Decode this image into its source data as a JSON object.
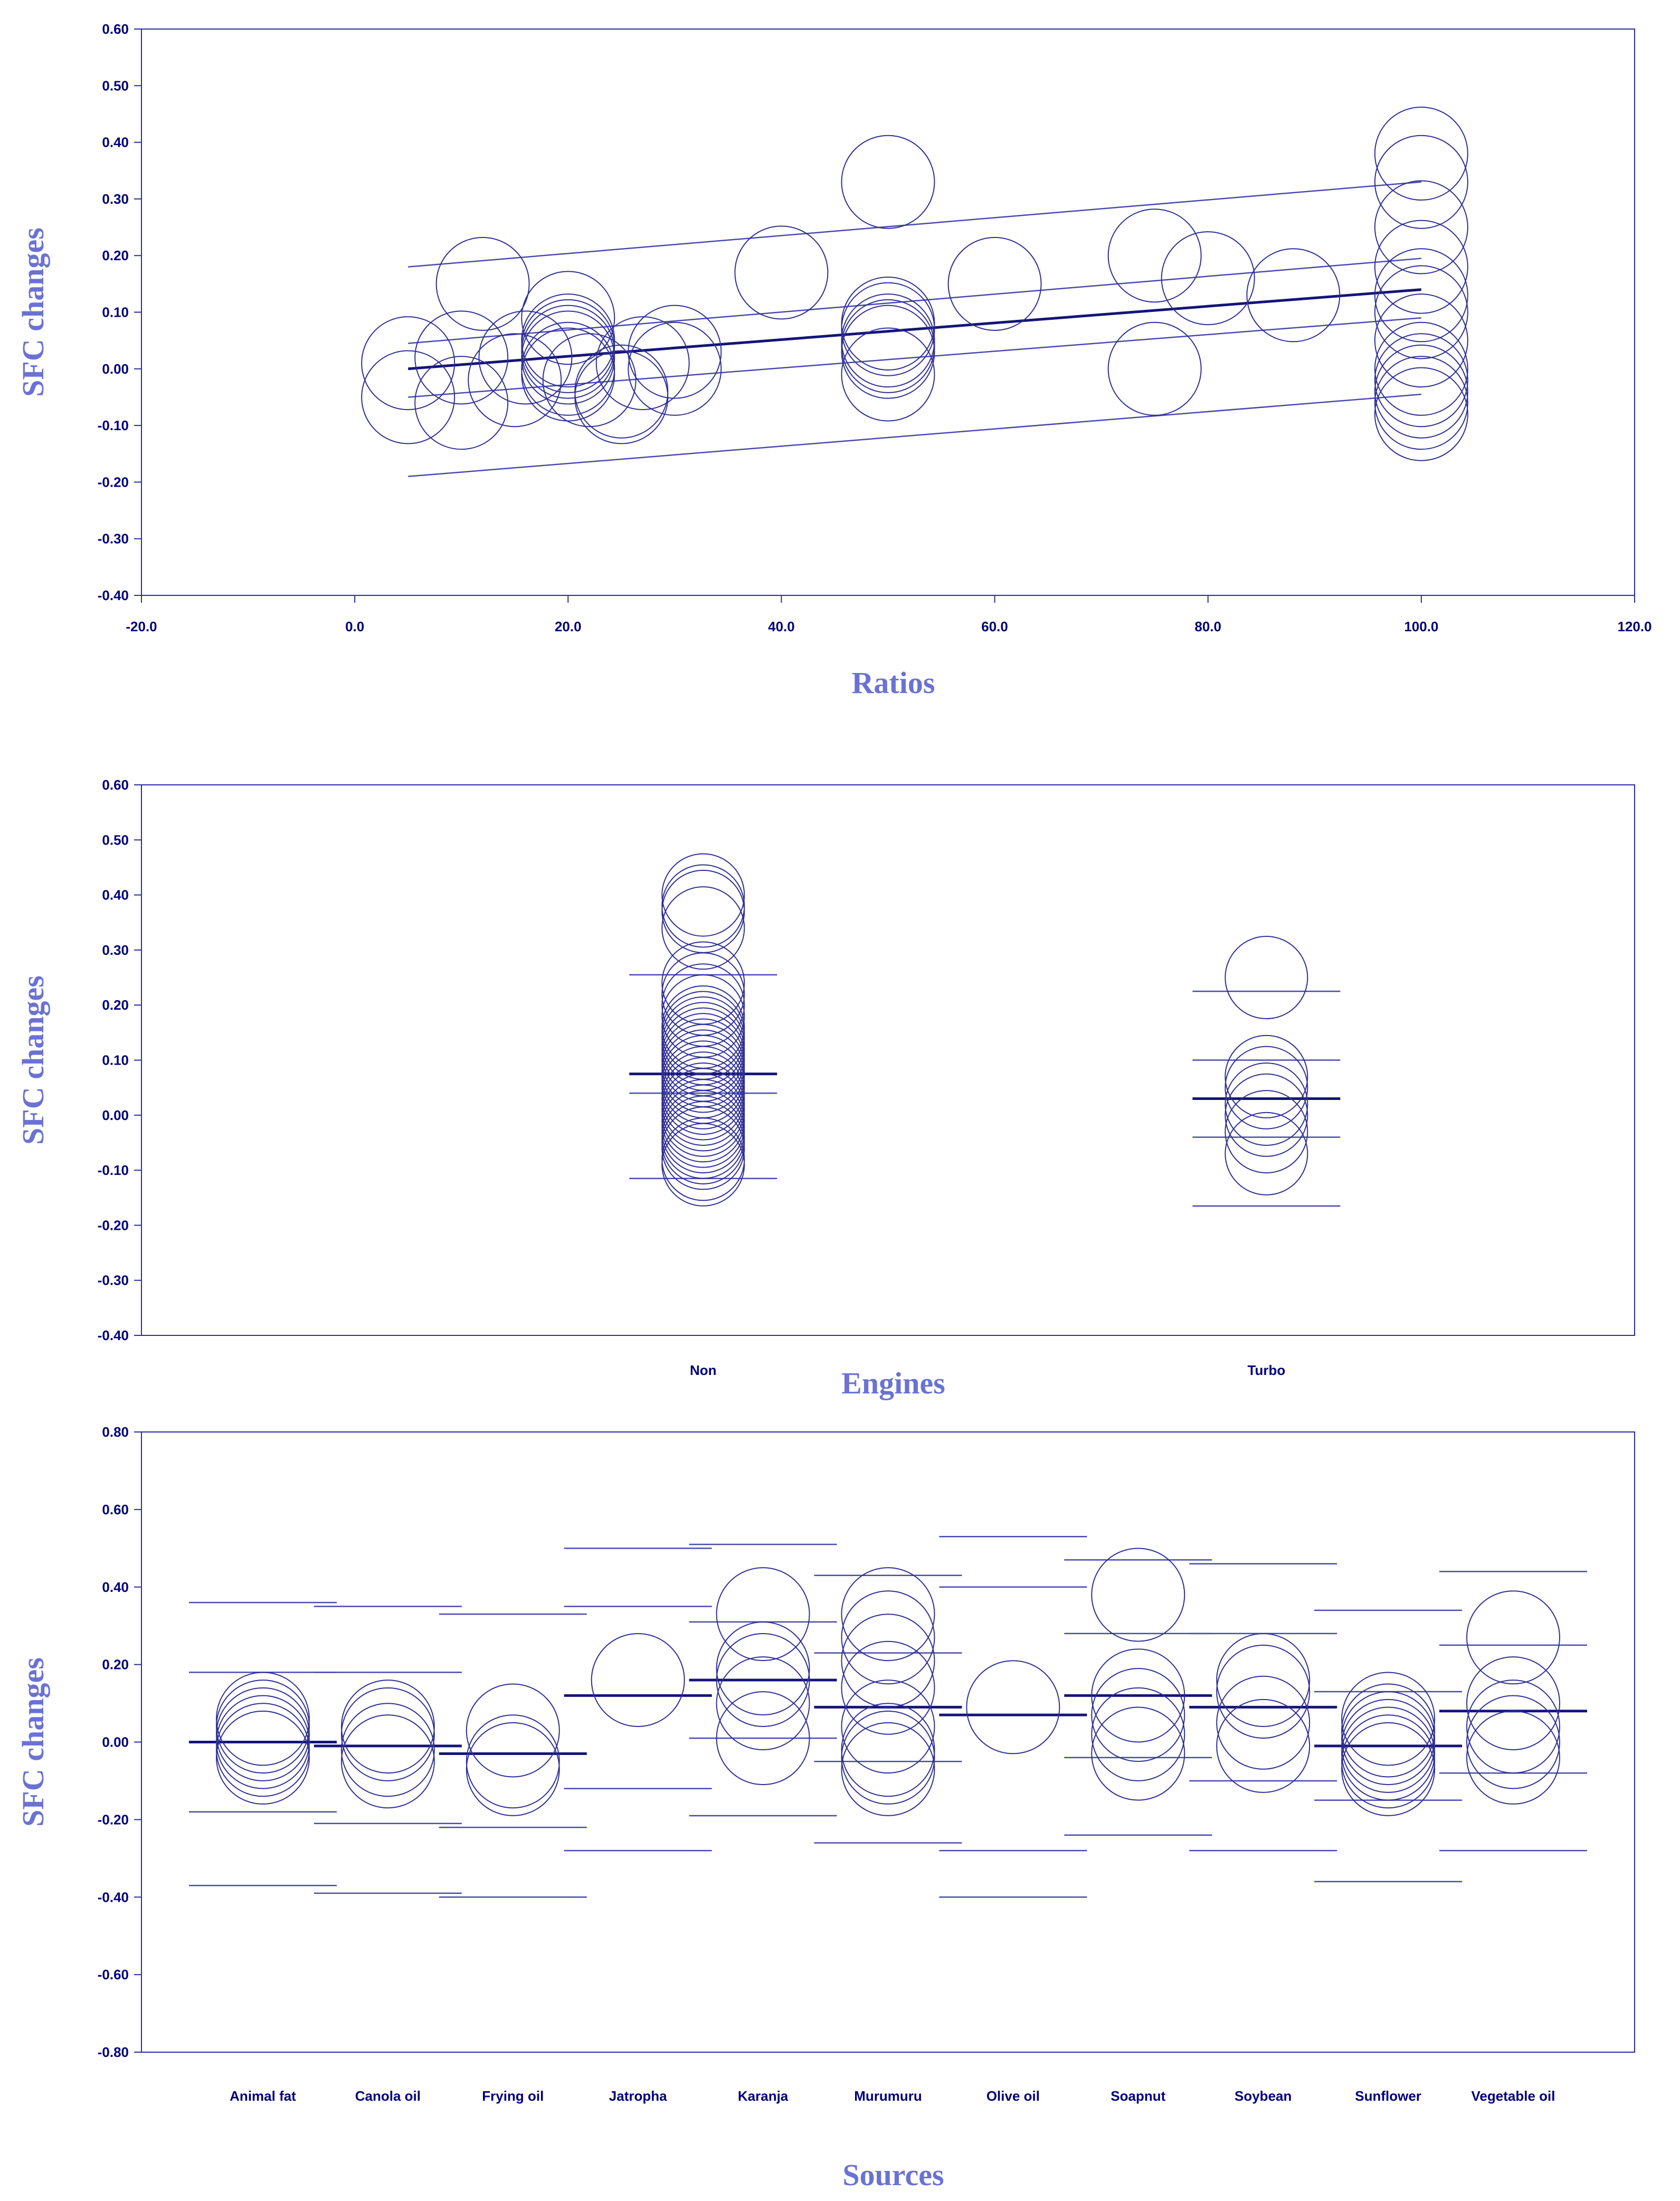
{
  "colors": {
    "marker": "#2f2f96",
    "line": "#4848b0",
    "mean_line": "#141478",
    "axis": "#2a2aa0",
    "text": "#00007a",
    "title": "#6a72d4"
  },
  "chart_data": [
    {
      "type": "scatter",
      "xlabel": "Ratios",
      "ylabel": "SFC changes",
      "xlim": [
        -20,
        120
      ],
      "ylim": [
        -0.4,
        0.6
      ],
      "xticks": [
        "-20.0",
        "0.0",
        "20.0",
        "40.0",
        "60.0",
        "80.0",
        "100.0",
        "120.0"
      ],
      "yticks": [
        "-0.40",
        "-0.30",
        "-0.20",
        "-0.10",
        "0.00",
        "0.10",
        "0.20",
        "0.30",
        "0.40",
        "0.50",
        "0.60"
      ],
      "grid": false,
      "marker": "open circle",
      "points": [
        {
          "x": 5,
          "y": 0.01
        },
        {
          "x": 5,
          "y": -0.05
        },
        {
          "x": 10,
          "y": -0.06
        },
        {
          "x": 10,
          "y": 0.02
        },
        {
          "x": 12,
          "y": 0.15
        },
        {
          "x": 15,
          "y": -0.02
        },
        {
          "x": 16,
          "y": 0.02
        },
        {
          "x": 20,
          "y": 0.09
        },
        {
          "x": 20,
          "y": 0.05
        },
        {
          "x": 20,
          "y": 0.04
        },
        {
          "x": 20,
          "y": 0.03
        },
        {
          "x": 20,
          "y": 0.02
        },
        {
          "x": 20,
          "y": 0.0
        },
        {
          "x": 20,
          "y": -0.01
        },
        {
          "x": 22,
          "y": -0.02
        },
        {
          "x": 25,
          "y": -0.04
        },
        {
          "x": 25,
          "y": -0.05
        },
        {
          "x": 27,
          "y": 0.01
        },
        {
          "x": 30,
          "y": 0.03
        },
        {
          "x": 30,
          "y": 0.0
        },
        {
          "x": 40,
          "y": 0.17
        },
        {
          "x": 50,
          "y": 0.33
        },
        {
          "x": 50,
          "y": 0.08
        },
        {
          "x": 50,
          "y": 0.07
        },
        {
          "x": 50,
          "y": 0.05
        },
        {
          "x": 50,
          "y": 0.04
        },
        {
          "x": 50,
          "y": 0.03
        },
        {
          "x": 50,
          "y": -0.01
        },
        {
          "x": 60,
          "y": 0.15
        },
        {
          "x": 75,
          "y": 0.2
        },
        {
          "x": 75,
          "y": 0.0
        },
        {
          "x": 80,
          "y": 0.16
        },
        {
          "x": 88,
          "y": 0.13
        },
        {
          "x": 100,
          "y": 0.38
        },
        {
          "x": 100,
          "y": 0.33
        },
        {
          "x": 100,
          "y": 0.25
        },
        {
          "x": 100,
          "y": 0.18
        },
        {
          "x": 100,
          "y": 0.13
        },
        {
          "x": 100,
          "y": 0.1
        },
        {
          "x": 100,
          "y": 0.05
        },
        {
          "x": 100,
          "y": 0.0
        },
        {
          "x": 100,
          "y": -0.02
        },
        {
          "x": 100,
          "y": -0.04
        },
        {
          "x": 100,
          "y": -0.06
        },
        {
          "x": 100,
          "y": -0.08
        }
      ],
      "lines": [
        {
          "x": [
            5,
            100
          ],
          "y": [
            0.0,
            0.14
          ],
          "role": "mean"
        },
        {
          "x": [
            5,
            100
          ],
          "y": [
            0.18,
            0.33
          ]
        },
        {
          "x": [
            5,
            100
          ],
          "y": [
            0.045,
            0.195
          ]
        },
        {
          "x": [
            5,
            100
          ],
          "y": [
            -0.05,
            0.09
          ]
        },
        {
          "x": [
            5,
            100
          ],
          "y": [
            -0.19,
            -0.045
          ]
        }
      ]
    },
    {
      "type": "scatter",
      "xlabel": "Engines",
      "ylabel": "SFC changes",
      "categories": [
        "Non",
        "Turbo"
      ],
      "ylim": [
        -0.4,
        0.6
      ],
      "yticks": [
        "-0.40",
        "-0.30",
        "-0.20",
        "-0.10",
        "0.00",
        "0.10",
        "0.20",
        "0.30",
        "0.40",
        "0.50",
        "0.60"
      ],
      "grid": false,
      "marker": "open circle",
      "groups": [
        {
          "category": "Non",
          "values": [
            0.4,
            0.38,
            0.37,
            0.34,
            0.24,
            0.22,
            0.2,
            0.18,
            0.16,
            0.15,
            0.14,
            0.13,
            0.12,
            0.11,
            0.1,
            0.09,
            0.08,
            0.07,
            0.06,
            0.05,
            0.04,
            0.03,
            0.02,
            0.01,
            0.0,
            -0.01,
            -0.02,
            -0.03,
            -0.04,
            -0.05,
            -0.06,
            -0.08,
            -0.09
          ],
          "mean": 0.075,
          "lines": [
            0.255,
            0.04,
            -0.115
          ]
        },
        {
          "category": "Turbo",
          "values": [
            0.25,
            0.07,
            0.05,
            0.02,
            0.0,
            -0.03,
            -0.07
          ],
          "mean": 0.03,
          "lines": [
            0.225,
            0.1,
            -0.04,
            -0.165
          ]
        }
      ]
    },
    {
      "type": "scatter",
      "xlabel": "Sources",
      "ylabel": "SFC changes",
      "categories": [
        "Animal fat",
        "Canola oil",
        "Frying oil",
        "Jatropha",
        "Karanja",
        "Murumuru",
        "Olive oil",
        "Soapnut",
        "Soybean",
        "Sunflower",
        "Vegetable oil"
      ],
      "ylim": [
        -0.8,
        0.8
      ],
      "yticks": [
        "-0.80",
        "-0.60",
        "-0.40",
        "-0.20",
        "0.00",
        "0.20",
        "0.40",
        "0.60",
        "0.80"
      ],
      "grid": false,
      "marker": "open circle",
      "groups": [
        {
          "category": "Animal fat",
          "values": [
            0.06,
            0.04,
            0.02,
            0.0,
            -0.02,
            -0.04
          ],
          "mean": 0.0,
          "lines": [
            0.36,
            0.18,
            -0.18,
            -0.37
          ]
        },
        {
          "category": "Canola oil",
          "values": [
            0.04,
            0.02,
            -0.02,
            -0.05
          ],
          "mean": -0.01,
          "lines": [
            0.35,
            0.18,
            -0.21,
            -0.39
          ]
        },
        {
          "category": "Frying oil",
          "values": [
            0.03,
            -0.05,
            -0.07
          ],
          "mean": -0.03,
          "lines": [
            0.33,
            -0.22,
            -0.4
          ]
        },
        {
          "category": "Jatropha",
          "values": [
            0.16
          ],
          "mean": 0.12,
          "lines": [
            0.5,
            0.35,
            -0.12,
            -0.28
          ]
        },
        {
          "category": "Karanja",
          "values": [
            0.33,
            0.19,
            0.16,
            0.1,
            0.01
          ],
          "mean": 0.16,
          "lines": [
            0.51,
            0.31,
            0.01,
            -0.19
          ]
        },
        {
          "category": "Murumuru",
          "values": [
            0.33,
            0.27,
            0.21,
            0.14,
            0.04,
            -0.02,
            -0.04,
            -0.07
          ],
          "mean": 0.09,
          "lines": [
            0.43,
            0.23,
            -0.05,
            -0.26
          ]
        },
        {
          "category": "Olive oil",
          "values": [
            0.09
          ],
          "mean": 0.07,
          "lines": [
            0.53,
            0.4,
            -0.28,
            -0.4
          ]
        },
        {
          "category": "Soapnut",
          "values": [
            0.38,
            0.12,
            0.07,
            0.02,
            -0.03
          ],
          "mean": 0.12,
          "lines": [
            0.47,
            0.28,
            -0.04,
            -0.24
          ]
        },
        {
          "category": "Soybean",
          "values": [
            0.16,
            0.13,
            0.05,
            -0.01
          ],
          "mean": 0.09,
          "lines": [
            0.46,
            0.28,
            -0.1,
            -0.28
          ]
        },
        {
          "category": "Sunflower",
          "values": [
            0.06,
            0.03,
            0.01,
            -0.01,
            -0.03,
            -0.05,
            -0.07
          ],
          "mean": -0.01,
          "lines": [
            0.34,
            0.13,
            -0.15,
            -0.36
          ]
        },
        {
          "category": "Vegetable oil",
          "values": [
            0.27,
            0.1,
            0.04,
            0.0,
            -0.04
          ],
          "mean": 0.08,
          "lines": [
            0.44,
            0.25,
            -0.08,
            -0.28
          ]
        }
      ]
    }
  ]
}
